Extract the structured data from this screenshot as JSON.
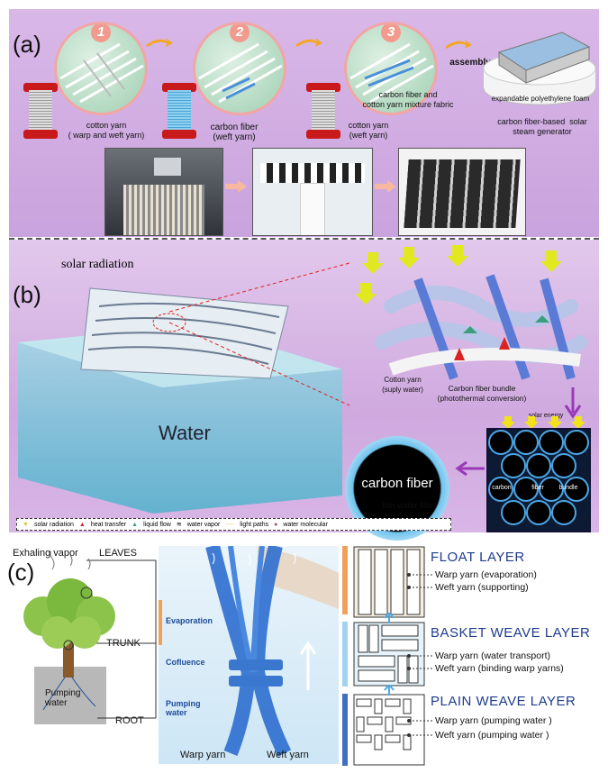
{
  "panel_a": {
    "label": "(a)",
    "steps": [
      {
        "num": "1",
        "caption": "cotton yarn\n( warp and weft yarn)"
      },
      {
        "num": "2",
        "caption": "carbon fiber\n(weft yarn)"
      },
      {
        "num": "3",
        "caption": "cotton yarn\n(weft yarn)"
      }
    ],
    "mixture_caption": "carbon fiber and\ncotton yarn mixture fabric",
    "assembly": "assembly",
    "foam": "expandable polyethylene foam",
    "generator": "carbon fiber-based  solar\nsteam generator"
  },
  "panel_b": {
    "label": "(b)",
    "solar_radiation": "solar radiation",
    "water": "Water",
    "cotton_yarn": "Cotton yarn\n(suply water)",
    "carbon_bundle": "Carbon fiber bundle\n(photothermal conversion)",
    "solar_energy": "solar energy",
    "carbon_fiber": "carbon fiber",
    "thin_film": "thin water film",
    "bundle_words": [
      "carbon",
      "fiber",
      "bundle"
    ],
    "legend": [
      "solar radiation",
      "heat transfer",
      "liquid flow",
      "water vapor",
      "light paths",
      "water molecular"
    ]
  },
  "panel_c": {
    "label": "(c)",
    "exhaling": "Exhaling vapor",
    "leaves": "LEAVES",
    "trunk": "TRUNK",
    "root": "ROOT",
    "pumping": "Pumping\nwater",
    "mid_labels": [
      "Evaporation",
      "Cofluence",
      "Pumping\nwater"
    ],
    "warp_yarn": "Warp yarn",
    "weft_yarn": "Weft yarn",
    "layers": [
      {
        "title": "FLOAT LAYER",
        "lines": [
          "Warp yarn (evaporation)",
          "Weft yarn (supporting)"
        ]
      },
      {
        "title": "BASKET WEAVE LAYER",
        "lines": [
          "Warp yarn (water transport)",
          "Weft yarn (binding warp yarns)"
        ]
      },
      {
        "title": "PLAIN WEAVE LAYER",
        "lines": [
          "Warp yarn (pumping water )",
          "Weft yarn (pumping  water  )"
        ]
      }
    ]
  },
  "colors": {
    "accent_orange": "#f5a623",
    "spool_red": "#c8191b",
    "title_blue": "#1e3c8c"
  }
}
